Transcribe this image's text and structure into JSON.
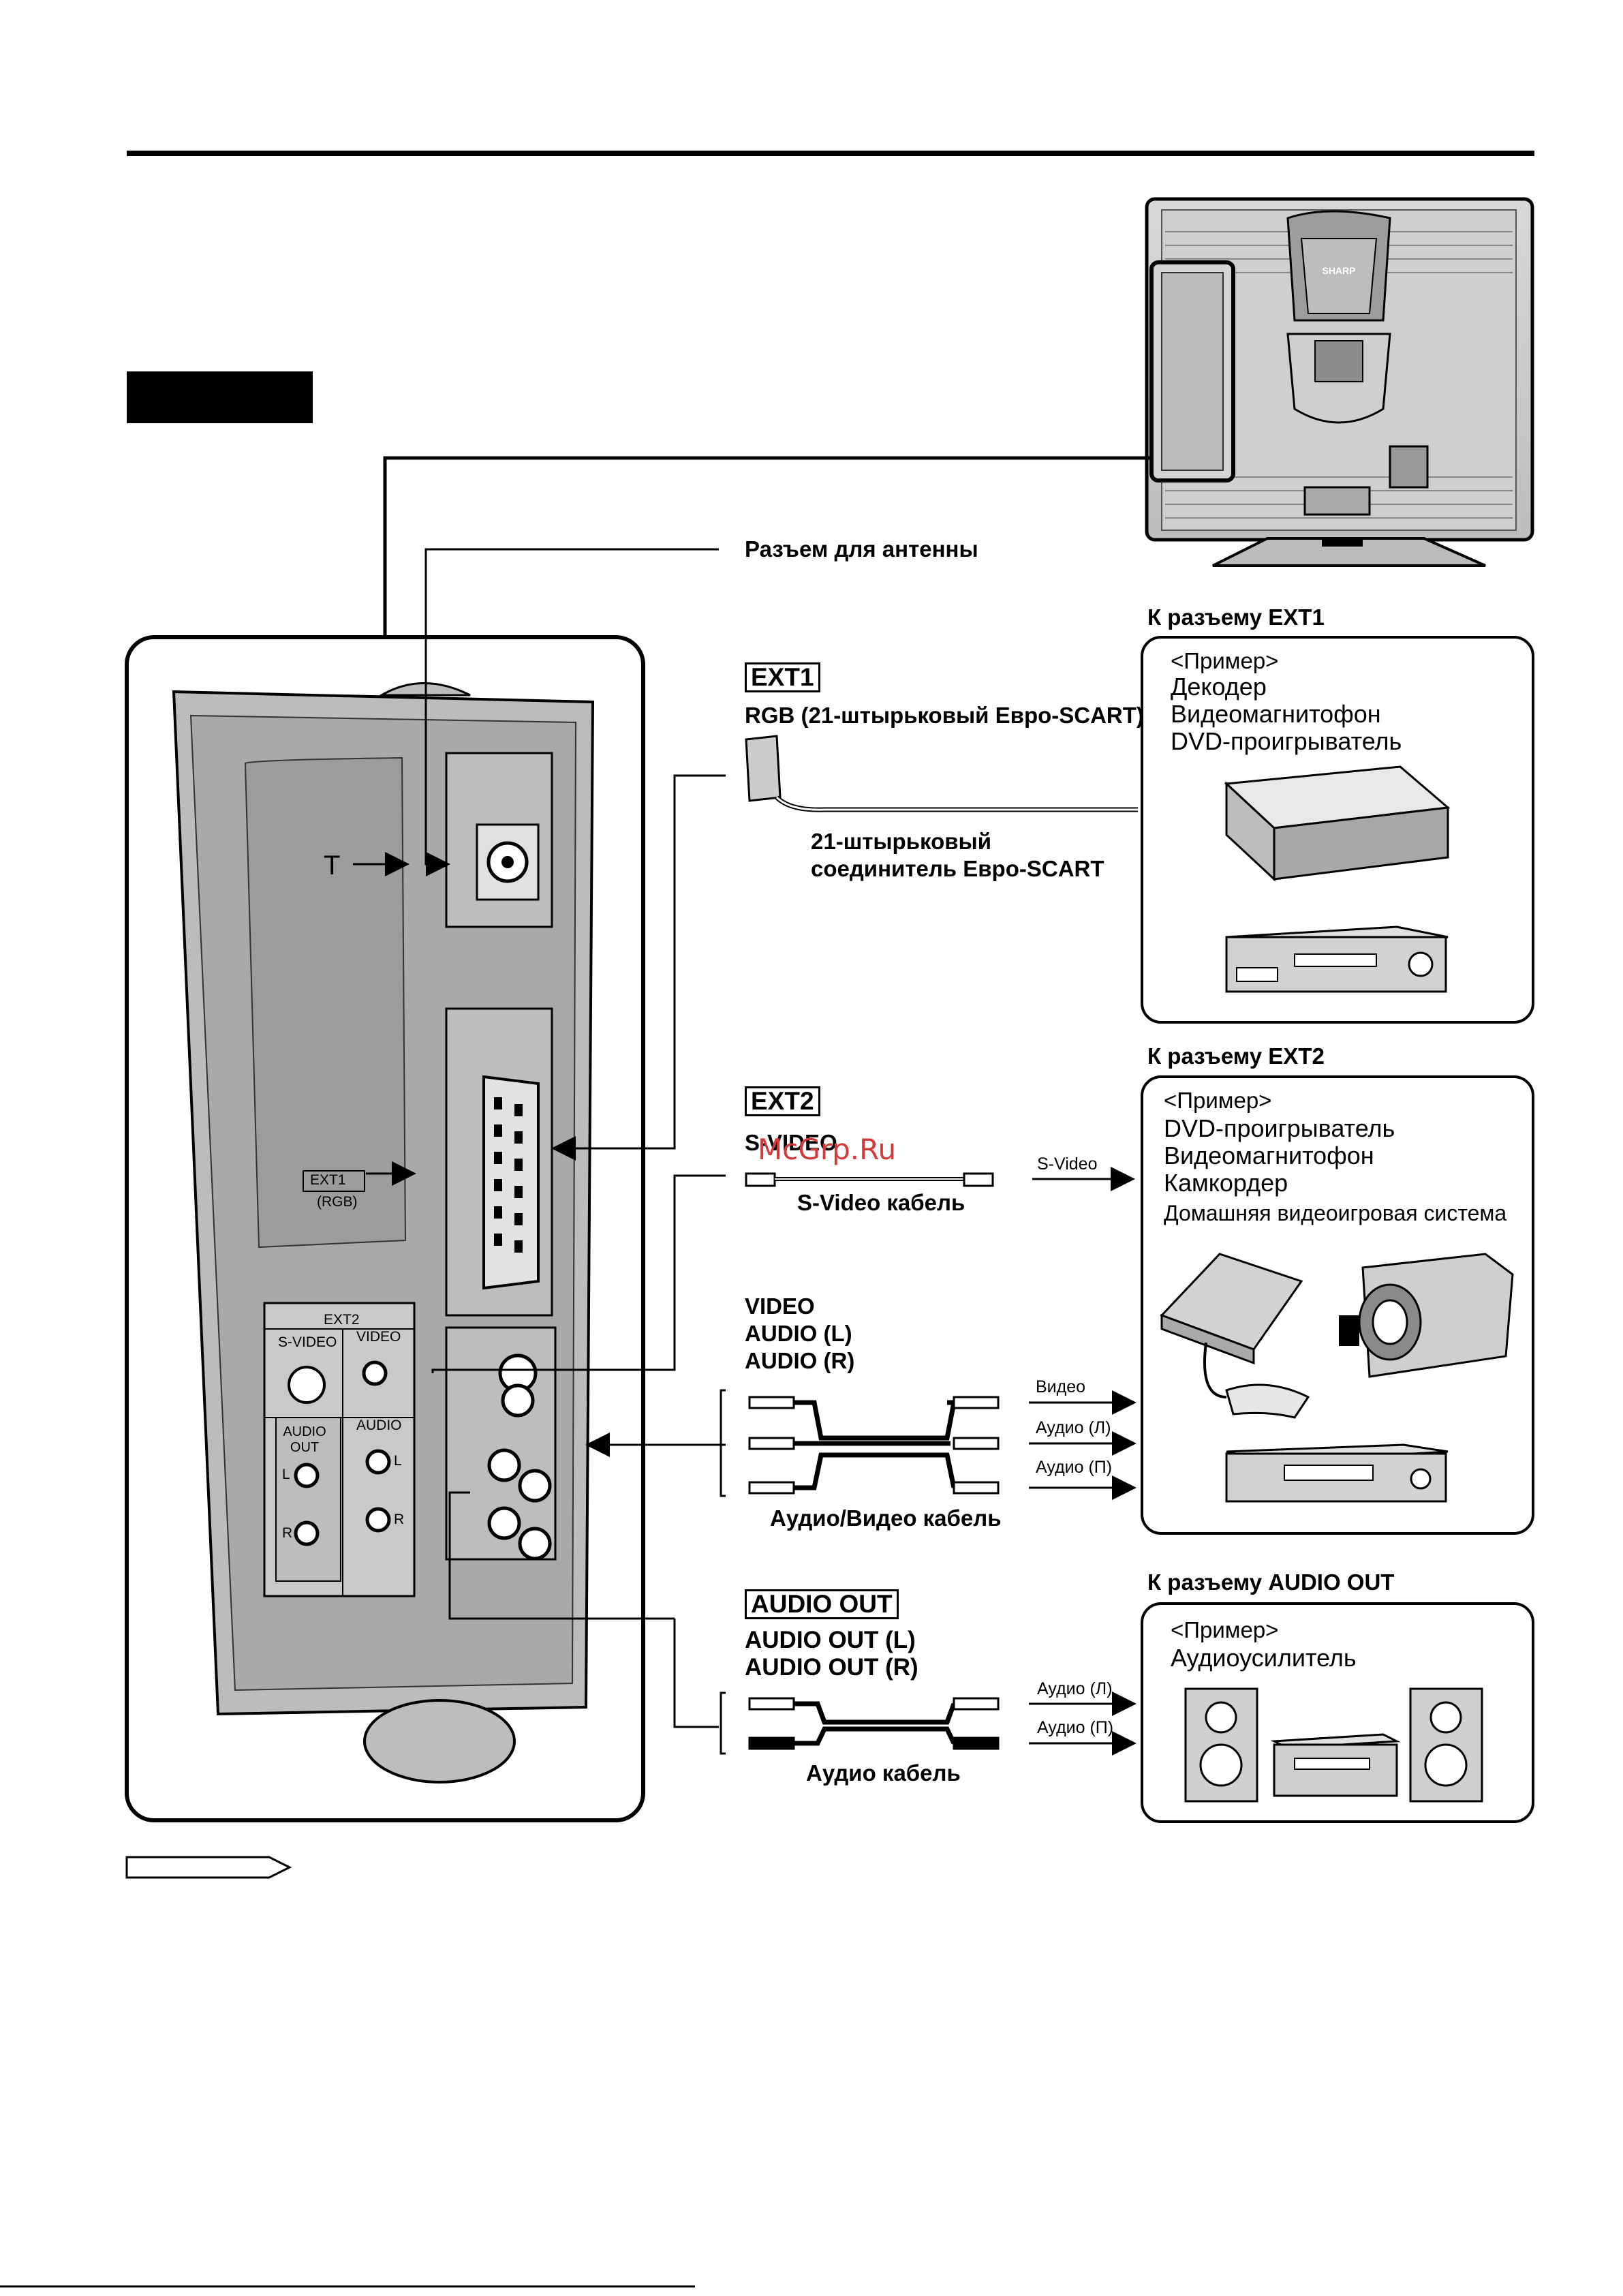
{
  "antenna": {
    "label": "Разъем для антенны"
  },
  "ext1": {
    "tag": "EXT1",
    "subtitle": "RGB (21-штырьковый Евро-SCART)",
    "connector_label": "21-штырьковый соединитель Евро-SCART",
    "to_label": "К разъему EXT1",
    "example_header": "<Пример>",
    "examples": [
      "Декодер",
      "Видеомагнитофон",
      "DVD-проигрыватель"
    ]
  },
  "ext2": {
    "tag": "EXT2",
    "svideo_label": "S-VIDEO",
    "svideo_cable": "S-Video кабель",
    "svideo_signal": "S-Video",
    "av_labels": [
      "VIDEO",
      "AUDIO (L)",
      "AUDIO (R)"
    ],
    "av_signals": [
      "Видео",
      "Аудио (Л)",
      "Аудио (П)"
    ],
    "av_cable": "Аудио/Видео кабель",
    "to_label": "К разъему EXT2",
    "example_header": "<Пример>",
    "examples": [
      "DVD-проигрыватель",
      "Видеомагнитофон",
      "Камкордер",
      "Домашняя видеоигровая система"
    ]
  },
  "audio_out": {
    "tag": "AUDIO OUT",
    "labels": [
      "AUDIO OUT (L)",
      "AUDIO OUT (R)"
    ],
    "signals": [
      "Аудио (Л)",
      "Аудио (П)"
    ],
    "cable": "Аудио кабель",
    "to_label": "К разъему AUDIO OUT",
    "example_header": "<Пример>",
    "examples": [
      "Аудиоусилитель"
    ]
  },
  "panel": {
    "ext1_label": "EXT1",
    "ext1_sub": "(RGB)",
    "ext2_label": "EXT2",
    "svideo": "S-VIDEO",
    "video": "VIDEO",
    "audio_out": "AUDIO OUT",
    "audio": "AUDIO",
    "l": "L",
    "r": "R"
  },
  "tv_brand": "SHARP",
  "watermark": "McGrp.Ru"
}
